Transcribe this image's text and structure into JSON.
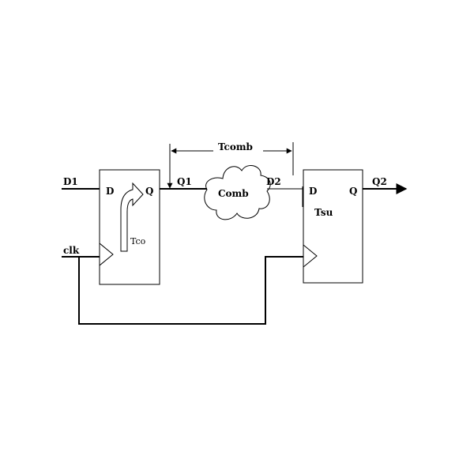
{
  "labels": {
    "d1": "D1",
    "clk": "clk",
    "ff1_d": "D",
    "ff1_q": "Q",
    "tco": "Tco",
    "q1": "Q1",
    "comb": "Comb",
    "tcomb": "Tcomb",
    "d2": "D2",
    "ff2_d": "D",
    "ff2_q": "Q",
    "tsu": "Tsu",
    "q2": "Q2"
  },
  "colors": {
    "line": "#000000",
    "background": "#ffffff"
  }
}
